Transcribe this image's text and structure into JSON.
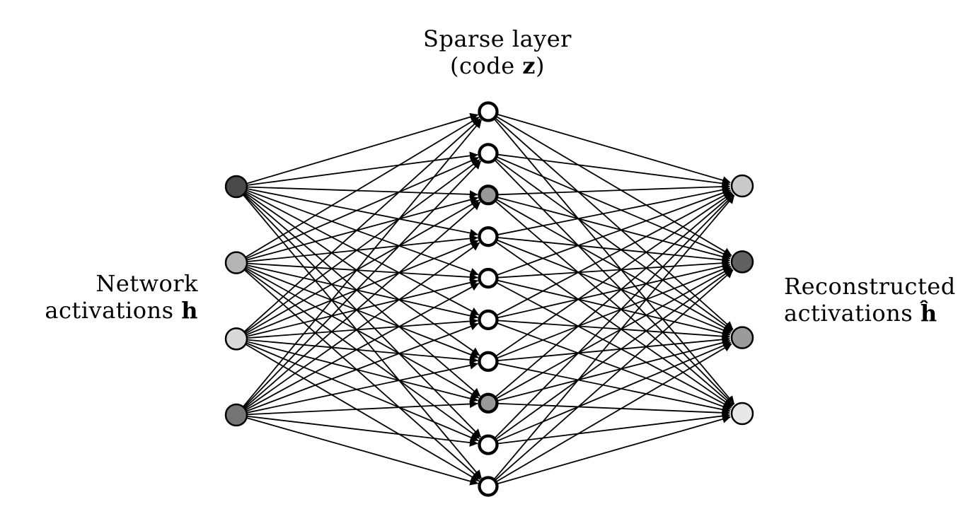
{
  "title": {
    "line1": "Sparse layer",
    "line2_prefix": "(code ",
    "line2_bold": "z",
    "line2_suffix": ")"
  },
  "left_label": {
    "line1": "Network",
    "line2_prefix": "activations ",
    "line2_bold": "h"
  },
  "right_label": {
    "line1": "Reconstructed",
    "line2_prefix": "activations ",
    "line2_bold": "ĥ"
  },
  "network": {
    "edge_color": "#000000",
    "node_stroke": "#000000",
    "layers": [
      {
        "id": "input",
        "label": "Network activations h",
        "fills": [
          "#4a4a4a",
          "#b5b5b5",
          "#d9d9d9",
          "#757575"
        ]
      },
      {
        "id": "code",
        "label": "Sparse layer (code z)",
        "fills": [
          "#ffffff",
          "#ffffff",
          "#999999",
          "#ffffff",
          "#ffffff",
          "#ffffff",
          "#ffffff",
          "#999999",
          "#ffffff",
          "#ffffff"
        ]
      },
      {
        "id": "output",
        "label": "Reconstructed activations ĥ",
        "fills": [
          "#cacaca",
          "#616161",
          "#9b9b9b",
          "#e8e8e8"
        ]
      }
    ]
  }
}
